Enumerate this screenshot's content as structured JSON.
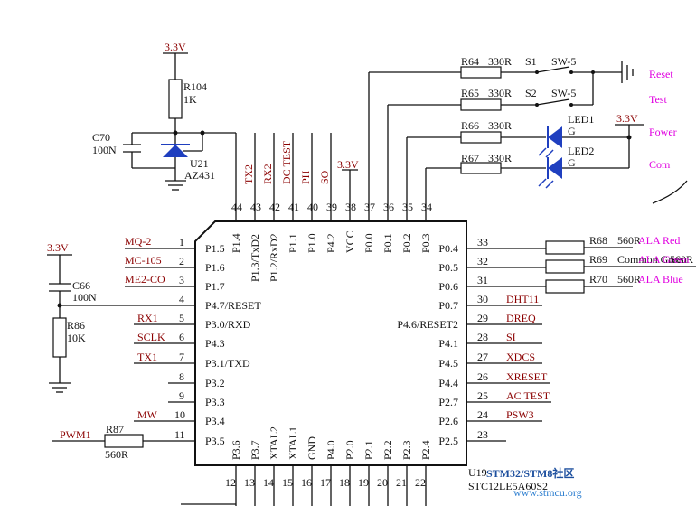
{
  "colors": {
    "wire": "#111111",
    "netlabel": "#8b0000",
    "magenta": "#e000e0",
    "diode": "#1f3fbf",
    "watermark": "#1d4f9e"
  },
  "chip": {
    "ref": "U19",
    "part": "STC12LE5A60S2"
  },
  "top_pins": [
    {
      "num": "44",
      "name": "P1.4"
    },
    {
      "num": "43",
      "name": "P1.3/TxD2"
    },
    {
      "num": "42",
      "name": "P1.2/RxD2"
    },
    {
      "num": "41",
      "name": "P1.1"
    },
    {
      "num": "40",
      "name": "P1.0"
    },
    {
      "num": "39",
      "name": "P4.2"
    },
    {
      "num": "38",
      "name": "VCC"
    },
    {
      "num": "37",
      "name": "P0.0"
    },
    {
      "num": "36",
      "name": "P0.1"
    },
    {
      "num": "35",
      "name": "P0.2"
    },
    {
      "num": "34",
      "name": "P0.3"
    }
  ],
  "top_nets": [
    "TX2",
    "RX2",
    "DC TEST",
    "PH",
    "SO"
  ],
  "left_pins": [
    {
      "num": "1",
      "name": "P1.5",
      "net": "MQ-2"
    },
    {
      "num": "2",
      "name": "P1.6",
      "net": "MC-105"
    },
    {
      "num": "3",
      "name": "P1.7",
      "net": "ME2-CO"
    },
    {
      "num": "4",
      "name": "P4.7/RESET",
      "net": ""
    },
    {
      "num": "5",
      "name": "P3.0/RXD",
      "net": "RX1"
    },
    {
      "num": "6",
      "name": "P4.3",
      "net": "SCLK"
    },
    {
      "num": "7",
      "name": "P3.1/TXD",
      "net": "TX1"
    },
    {
      "num": "8",
      "name": "P3.2",
      "net": ""
    },
    {
      "num": "9",
      "name": "P3.3",
      "net": ""
    },
    {
      "num": "10",
      "name": "P3.4",
      "net": "MW"
    },
    {
      "num": "11",
      "name": "P3.5",
      "net": "PWM1"
    }
  ],
  "right_pins": [
    {
      "num": "33",
      "name": "P0.4",
      "net": ""
    },
    {
      "num": "32",
      "name": "P0.5",
      "net": ""
    },
    {
      "num": "31",
      "name": "P0.6",
      "net": ""
    },
    {
      "num": "30",
      "name": "P0.7",
      "net": "DHT11"
    },
    {
      "num": "29",
      "name": "P4.6/RESET2",
      "net": "DREQ"
    },
    {
      "num": "28",
      "name": "P4.1",
      "net": "SI"
    },
    {
      "num": "27",
      "name": "P4.5",
      "net": "XDCS"
    },
    {
      "num": "26",
      "name": "P4.4",
      "net": "XRESET"
    },
    {
      "num": "25",
      "name": "P2.7",
      "net": "AC TEST"
    },
    {
      "num": "24",
      "name": "P2.6",
      "net": "PSW3"
    },
    {
      "num": "23",
      "name": "P2.5",
      "net": ""
    }
  ],
  "bottom_pins": [
    {
      "num": "12",
      "name": "P3.6"
    },
    {
      "num": "13",
      "name": "P3.7"
    },
    {
      "num": "14",
      "name": "XTAL2"
    },
    {
      "num": "15",
      "name": "XTAL1"
    },
    {
      "num": "16",
      "name": "GND"
    },
    {
      "num": "17",
      "name": "P4.0"
    },
    {
      "num": "18",
      "name": "P2.0"
    },
    {
      "num": "19",
      "name": "P2.1"
    },
    {
      "num": "20",
      "name": "P2.2"
    },
    {
      "num": "21",
      "name": "P2.3"
    },
    {
      "num": "22",
      "name": "P2.4"
    }
  ],
  "vcc_label": "3.3V",
  "u21": {
    "ref": "U21",
    "part": "AZ431",
    "rail": "3.3V"
  },
  "r104": {
    "ref": "R104",
    "value": "1K"
  },
  "c70": {
    "ref": "C70",
    "value": "100N"
  },
  "c66": {
    "ref": "C66",
    "value": "100N",
    "rail": "3.3V"
  },
  "r86": {
    "ref": "R86",
    "value": "10K"
  },
  "r87": {
    "ref": "R87",
    "value": "560R"
  },
  "r64": {
    "ref": "R64",
    "value": "330R"
  },
  "r65": {
    "ref": "R65",
    "value": "330R"
  },
  "r66": {
    "ref": "R66",
    "value": "330R"
  },
  "r67": {
    "ref": "R67",
    "value": "330R"
  },
  "s1": {
    "ref": "S1",
    "part": "SW-5"
  },
  "s2": {
    "ref": "S2",
    "part": "SW-5"
  },
  "led1": {
    "ref": "LED1",
    "color": "G"
  },
  "led2": {
    "ref": "LED2",
    "color": "G"
  },
  "led_rail": "3.3V",
  "side_labels": {
    "reset": "Reset",
    "test": "Test",
    "power": "Power",
    "com": "Com"
  },
  "r68": {
    "ref": "R68",
    "value": "560R",
    "net": "ALA Red"
  },
  "r69": {
    "ref": "R69",
    "value": "560R",
    "net": "Common Green",
    "overlap": "ALA Green"
  },
  "r70": {
    "ref": "R70",
    "value": "560R",
    "net": "ALA Blue"
  },
  "watermark": {
    "brand": "STM32/STM8社区",
    "url": "www.stmcu.org"
  }
}
